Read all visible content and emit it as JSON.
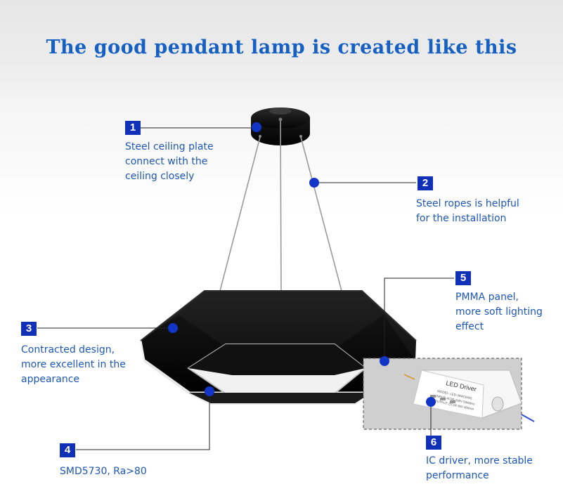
{
  "title": "The good pendant lamp is created like this",
  "colors": {
    "accent": "#1235c8",
    "title": "#1560c2",
    "caption": "#1d57b6",
    "badge": "#1130b8"
  },
  "driver": {
    "label": "LED Driver",
    "spec_lines": [
      "MODEL: LED-36W(36W)",
      "INPUT: AC85-265V 50/60Hz",
      "OUTPUT: DC18-36V 600mA"
    ]
  },
  "features": [
    {
      "number": "1",
      "lines": [
        "Steel ceiling plate",
        "connect with the",
        "ceiling closely"
      ]
    },
    {
      "number": "2",
      "lines": [
        "Steel ropes is helpful",
        "for the installation"
      ]
    },
    {
      "number": "3",
      "lines": [
        "Contracted design,",
        "more excellent in the",
        "appearance"
      ]
    },
    {
      "number": "4",
      "lines": [
        "SMD5730, Ra>80"
      ]
    },
    {
      "number": "5",
      "lines": [
        "PMMA panel,",
        "more soft lighting",
        "effect"
      ]
    },
    {
      "number": "6",
      "lines": [
        "IC driver, more stable",
        "performance"
      ]
    }
  ]
}
